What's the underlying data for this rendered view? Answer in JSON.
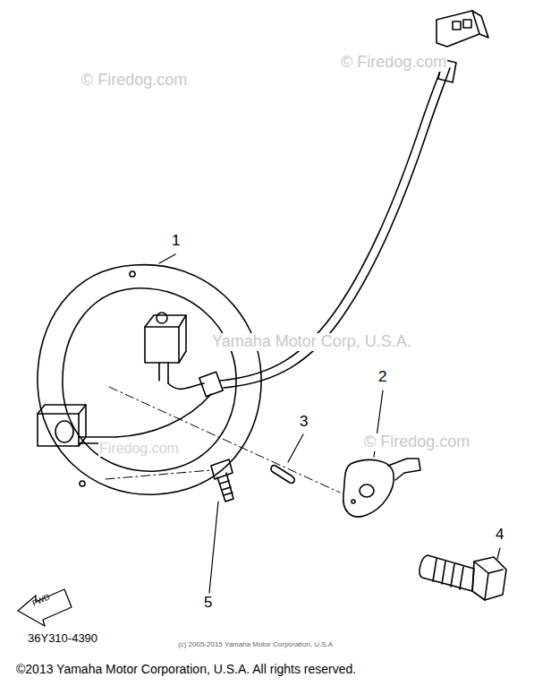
{
  "diagram": {
    "labels": [
      "© Firedog.com",
      "© Firedog.com",
      "Yamaha Motor Corp, U.S.A.",
      "© Firedog.com",
      "Firedog.com",
      "1",
      "2",
      "3",
      "4",
      "5",
      "FWD",
      "36Y310-4390",
      "(c) 2005-2015 Yamaha Motor Corporation, U.S.A",
      "©2013 Yamaha Motor Corporation, U.S.A. All rights reserved."
    ]
  }
}
